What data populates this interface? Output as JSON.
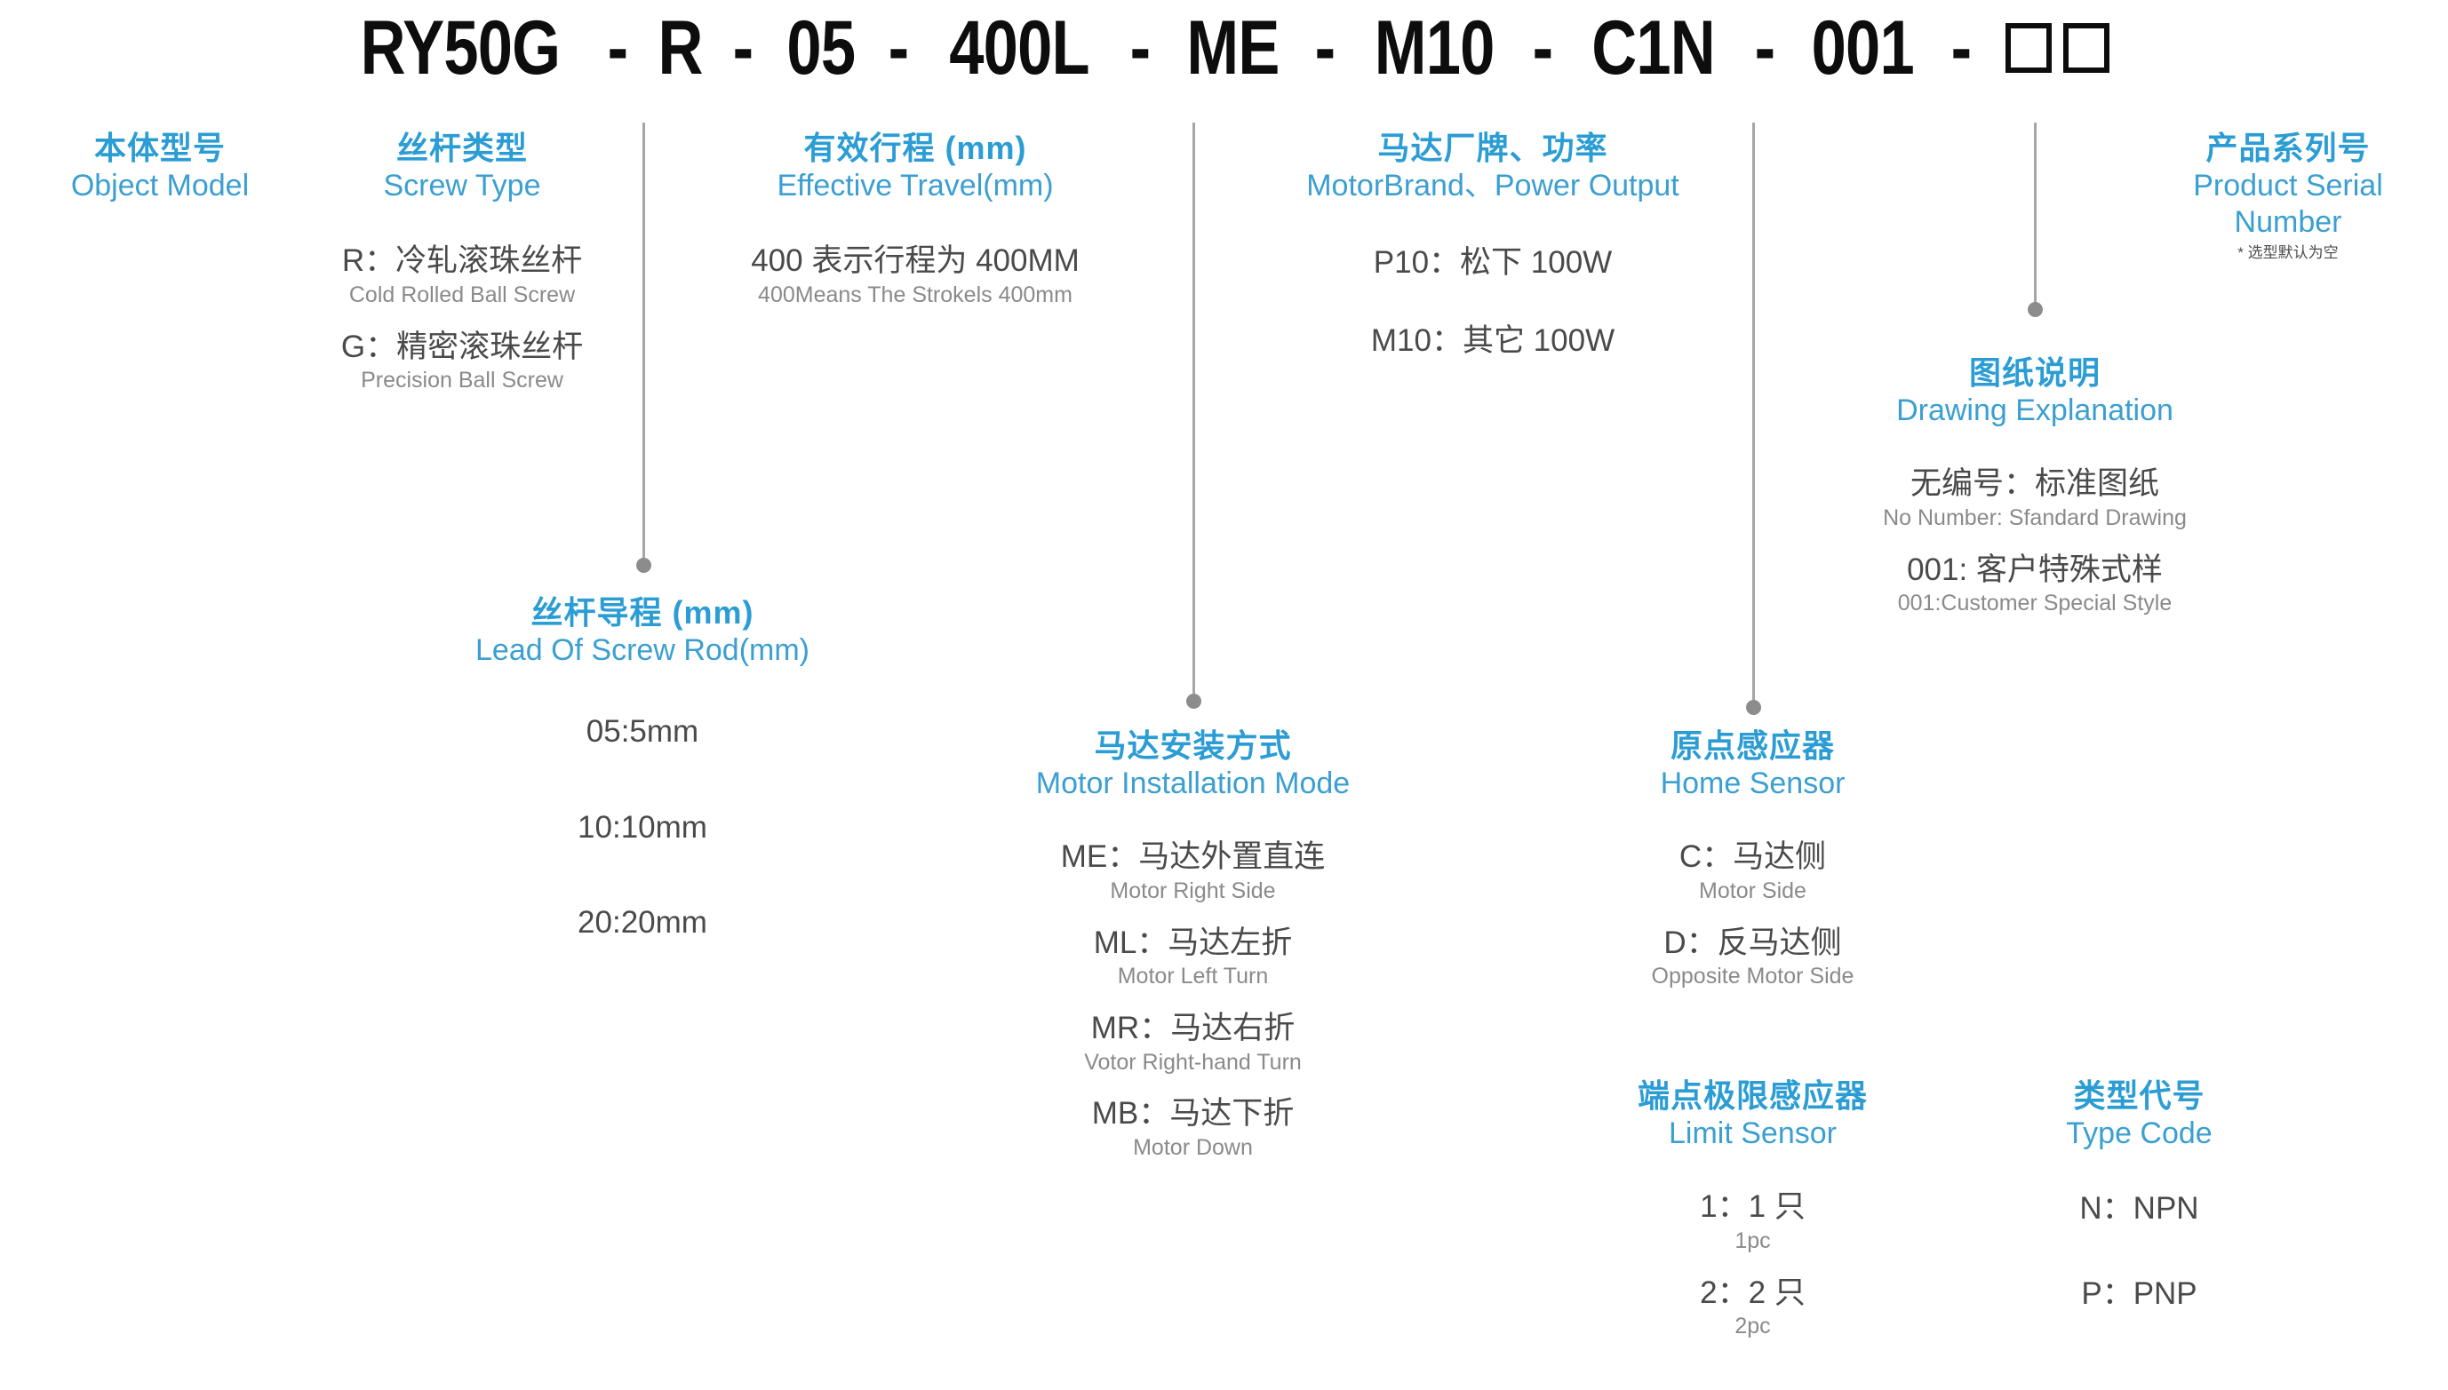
{
  "model_code": {
    "segments": [
      "RY50G",
      "R",
      "05",
      "400L",
      "ME",
      "M10",
      "C1N",
      "001"
    ],
    "separator": "-",
    "trailing_placeholder": "□□",
    "full_text": "RY50G - R - 05 - 400L - ME - M10 - C1N - 001 - □□"
  },
  "colors": {
    "accent_blue": "#2b9dd4",
    "english_blue": "#3b9fd1",
    "body_gray": "#4a4a4a",
    "sub_gray": "#8a8a8a",
    "leader_line": "#a6a6a6",
    "leader_dot": "#8c8c8c",
    "title_black": "#0d0d0d"
  },
  "sections": {
    "object_model": {
      "title_cn": "本体型号",
      "title_en": "Object Model",
      "options": []
    },
    "screw_type": {
      "title_cn": "丝杆类型",
      "title_en": "Screw Type",
      "options": [
        {
          "cn": "R：冷轧滚珠丝杆",
          "en": "Cold Rolled Ball Screw"
        },
        {
          "cn": "G：精密滚珠丝杆",
          "en": "Precision Ball Screw"
        }
      ]
    },
    "effective_travel": {
      "title_cn": "有效行程 (mm)",
      "title_en": "Effective Travel(mm)",
      "options": [
        {
          "cn": "400 表示行程为 400MM",
          "en": "400Means The Strokels 400mm"
        }
      ]
    },
    "motor_brand_power": {
      "title_cn": "马达厂牌、功率",
      "title_en": "MotorBrand、Power Output",
      "options": [
        {
          "cn": "P10：松下 100W",
          "en": ""
        },
        {
          "cn": "M10：其它 100W",
          "en": ""
        }
      ]
    },
    "product_serial_number": {
      "title_cn": "产品系列号",
      "title_en": "Product Serial Number",
      "note": "* 选型默认为空"
    },
    "drawing_explanation": {
      "title_cn": "图纸说明",
      "title_en": "Drawing Explanation",
      "options": [
        {
          "cn": "无编号：标准图纸",
          "en": "No Number: Sfandard Drawing"
        },
        {
          "cn": "001: 客户特殊式样",
          "en": "001:Customer Special Style"
        }
      ]
    },
    "lead_of_screw_rod": {
      "title_cn": "丝杆导程 (mm)",
      "title_en": "Lead Of Screw Rod(mm)",
      "options": [
        {
          "cn": "05:5mm",
          "en": ""
        },
        {
          "cn": "10:10mm",
          "en": ""
        },
        {
          "cn": "20:20mm",
          "en": ""
        }
      ]
    },
    "motor_installation_mode": {
      "title_cn": "马达安装方式",
      "title_en": "Motor Installation Mode",
      "options": [
        {
          "cn": "ME：马达外置直连",
          "en": "Motor Right Side"
        },
        {
          "cn": "ML：马达左折",
          "en": "Motor Left Turn"
        },
        {
          "cn": "MR：马达右折",
          "en": "Votor Right-hand Turn"
        },
        {
          "cn": "MB：马达下折",
          "en": "Motor Down"
        }
      ]
    },
    "home_sensor": {
      "title_cn": "原点感应器",
      "title_en": "Home Sensor",
      "options": [
        {
          "cn": "C：马达侧",
          "en": "Motor Side"
        },
        {
          "cn": "D：反马达侧",
          "en": "Opposite Motor Side"
        }
      ]
    },
    "limit_sensor": {
      "title_cn": "端点极限感应器",
      "title_en": "Limit Sensor",
      "options": [
        {
          "cn": "1：1 只",
          "en": "1pc"
        },
        {
          "cn": "2：2 只",
          "en": "2pc"
        }
      ]
    },
    "type_code": {
      "title_cn": "类型代号",
      "title_en": "Type Code",
      "options": [
        {
          "cn": "N：NPN",
          "en": ""
        },
        {
          "cn": "P：PNP",
          "en": ""
        }
      ]
    }
  }
}
